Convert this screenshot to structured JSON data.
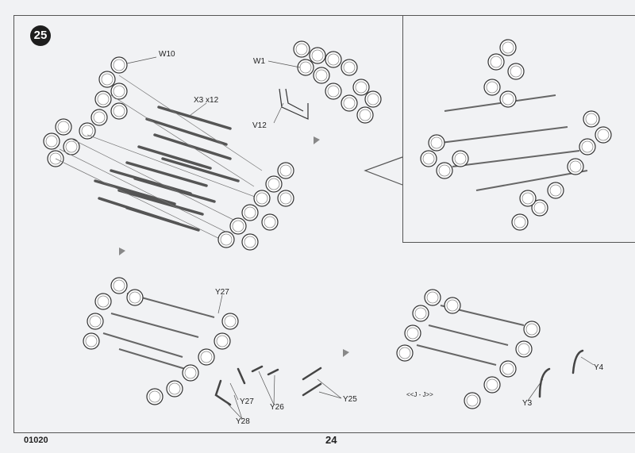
{
  "step_number": "25",
  "parts": {
    "w10": "W10",
    "x3": "X3 x12",
    "w1": "W1",
    "v12": "V12",
    "y27_top": "Y27",
    "y27_bottom": "Y27",
    "y28": "Y28",
    "y26": "Y26",
    "y25": "Y25",
    "y4": "Y4",
    "y3": "Y3"
  },
  "view_marker": "<<J - J>>",
  "footer": {
    "code": "01020",
    "page": "24"
  }
}
